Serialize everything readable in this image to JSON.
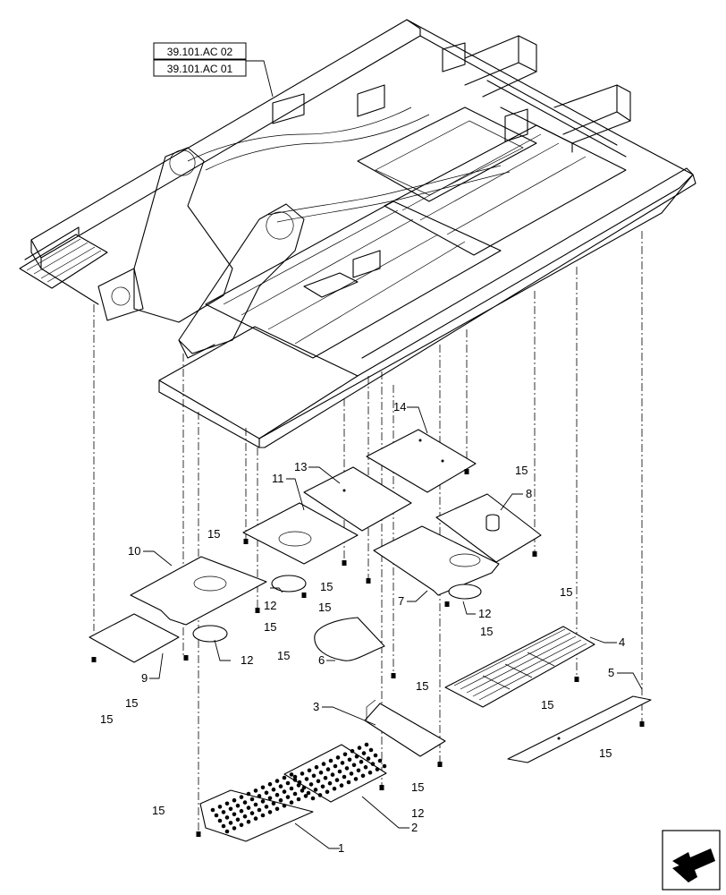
{
  "references": [
    "39.101.AC 02",
    "39.101.AC 01"
  ],
  "callouts": {
    "c1": "1",
    "c2": "2",
    "c3": "3",
    "c4": "4",
    "c5": "5",
    "c6": "6",
    "c7": "7",
    "c8": "8",
    "c9": "9",
    "c10": "10",
    "c11": "11",
    "c12": "12",
    "c13": "13",
    "c14": "14",
    "c15": "15"
  },
  "icons": {
    "nav": "arrow-icon"
  }
}
